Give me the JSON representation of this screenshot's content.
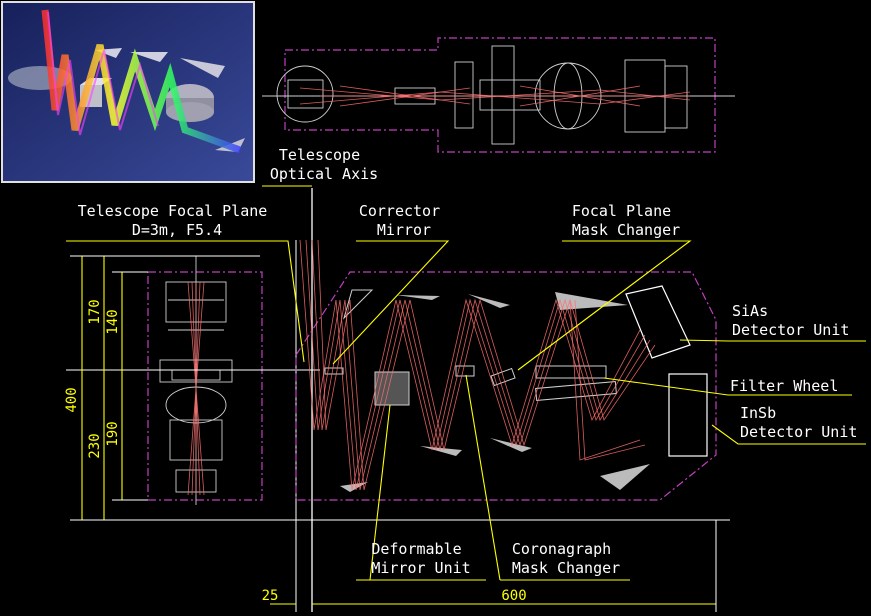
{
  "labels": {
    "telescope_optical_axis": [
      "Telescope",
      "Optical Axis"
    ],
    "telescope_focal_plane": [
      "Telescope Focal Plane",
      "D=3m, F5.4"
    ],
    "corrector_mirror": [
      "Corrector",
      "Mirror"
    ],
    "focal_plane_mask_changer": [
      "Focal Plane",
      "Mask Changer"
    ],
    "sias_detector_unit": [
      "SiAs",
      "Detector Unit"
    ],
    "filter_wheel": [
      "Filter Wheel"
    ],
    "insb_detector_unit": [
      "InSb",
      "Detector Unit"
    ],
    "deformable_mirror_unit": [
      "Deformable",
      "Mirror Unit"
    ],
    "coronagraph_mask_changer": [
      "Coronagraph",
      "Mask Changer"
    ]
  },
  "dimensions": {
    "total_height": "400",
    "upper_outer": "170",
    "upper_inner": "140",
    "lower_outer": "230",
    "lower_inner": "190",
    "offset_width": "25",
    "total_width": "600"
  },
  "colors": {
    "background": "#000000",
    "label_text": "#ffffff",
    "dimension": "#ffff00",
    "leader_line": "#ffff00",
    "envelope": "#c040c0",
    "optics": "#cfcfcf",
    "rays": "#ff6e6e",
    "inset_background": "#1e2a6e"
  }
}
